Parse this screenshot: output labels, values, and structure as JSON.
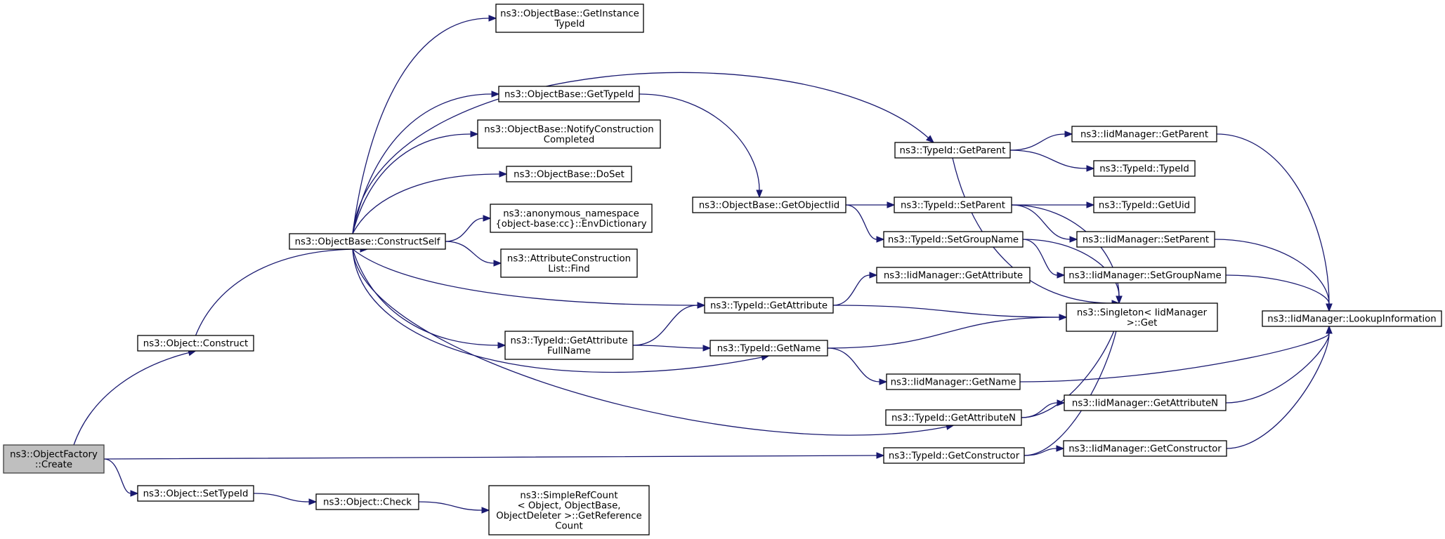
{
  "graph": {
    "nodes": [
      {
        "id": "create",
        "lines": [
          "ns3::ObjectFactory",
          "::Create"
        ],
        "root": true
      },
      {
        "id": "construct",
        "lines": [
          "ns3::Object::Construct"
        ]
      },
      {
        "id": "settypeid",
        "lines": [
          "ns3::Object::SetTypeId"
        ]
      },
      {
        "id": "constructself",
        "lines": [
          "ns3::ObjectBase::ConstructSelf"
        ]
      },
      {
        "id": "check",
        "lines": [
          "ns3::Object::Check"
        ]
      },
      {
        "id": "getinstancetypeid",
        "lines": [
          "ns3::ObjectBase::GetInstance",
          "TypeId"
        ]
      },
      {
        "id": "ob_gettypeid",
        "lines": [
          "ns3::ObjectBase::GetTypeId"
        ]
      },
      {
        "id": "notify",
        "lines": [
          "ns3::ObjectBase::NotifyConstruction",
          "Completed"
        ]
      },
      {
        "id": "doset",
        "lines": [
          "ns3::ObjectBase::DoSet"
        ]
      },
      {
        "id": "envdict",
        "lines": [
          "ns3::anonymous_namespace",
          "{object-base:cc}::EnvDictionary"
        ]
      },
      {
        "id": "attrfind",
        "lines": [
          "ns3::AttributeConstruction",
          "List::Find"
        ]
      },
      {
        "id": "getattrfullname",
        "lines": [
          "ns3::TypeId::GetAttribute",
          "FullName"
        ]
      },
      {
        "id": "simplerefcount",
        "lines": [
          "ns3::SimpleRefCount",
          "< Object, ObjectBase,",
          "ObjectDeleter >::GetReference",
          "Count"
        ]
      },
      {
        "id": "getobjectiid",
        "lines": [
          "ns3::ObjectBase::GetObjectIid"
        ]
      },
      {
        "id": "tid_getattribute",
        "lines": [
          "ns3::TypeId::GetAttribute"
        ]
      },
      {
        "id": "tid_getname",
        "lines": [
          "ns3::TypeId::GetName"
        ]
      },
      {
        "id": "tid_getparent",
        "lines": [
          "ns3::TypeId::GetParent"
        ]
      },
      {
        "id": "tid_setparent",
        "lines": [
          "ns3::TypeId::SetParent"
        ]
      },
      {
        "id": "tid_setgroupname",
        "lines": [
          "ns3::TypeId::SetGroupName"
        ]
      },
      {
        "id": "iid_getattribute",
        "lines": [
          "ns3::IidManager::GetAttribute"
        ]
      },
      {
        "id": "iid_getname",
        "lines": [
          "ns3::IidManager::GetName"
        ]
      },
      {
        "id": "tid_getattributen",
        "lines": [
          "ns3::TypeId::GetAttributeN"
        ]
      },
      {
        "id": "tid_getconstructor",
        "lines": [
          "ns3::TypeId::GetConstructor"
        ]
      },
      {
        "id": "iid_getparent",
        "lines": [
          "ns3::IidManager::GetParent"
        ]
      },
      {
        "id": "tid_typeid",
        "lines": [
          "ns3::TypeId::TypeId"
        ]
      },
      {
        "id": "tid_getuid",
        "lines": [
          "ns3::TypeId::GetUid"
        ]
      },
      {
        "id": "iid_setparent",
        "lines": [
          "ns3::IidManager::SetParent"
        ]
      },
      {
        "id": "iid_setgroupname",
        "lines": [
          "ns3::IidManager::SetGroupName"
        ]
      },
      {
        "id": "singleton_get",
        "lines": [
          "ns3::Singleton< IidManager",
          ">::Get"
        ]
      },
      {
        "id": "iid_getattributen",
        "lines": [
          "ns3::IidManager::GetAttributeN"
        ]
      },
      {
        "id": "iid_getconstructor",
        "lines": [
          "ns3::IidManager::GetConstructor"
        ]
      },
      {
        "id": "iid_lookup",
        "lines": [
          "ns3::IidManager::LookupInformation"
        ]
      }
    ],
    "edges": [
      [
        "create",
        "construct"
      ],
      [
        "create",
        "settypeid"
      ],
      [
        "create",
        "tid_getconstructor"
      ],
      [
        "construct",
        "constructself"
      ],
      [
        "settypeid",
        "check"
      ],
      [
        "check",
        "simplerefcount"
      ],
      [
        "constructself",
        "getinstancetypeid"
      ],
      [
        "constructself",
        "ob_gettypeid"
      ],
      [
        "constructself",
        "tid_getparent"
      ],
      [
        "constructself",
        "notify"
      ],
      [
        "constructself",
        "doset"
      ],
      [
        "constructself",
        "envdict"
      ],
      [
        "constructself",
        "attrfind"
      ],
      [
        "constructself",
        "tid_getattribute"
      ],
      [
        "constructself",
        "getattrfullname"
      ],
      [
        "constructself",
        "tid_getname"
      ],
      [
        "constructself",
        "tid_getattributen"
      ],
      [
        "ob_gettypeid",
        "getobjectiid"
      ],
      [
        "getobjectiid",
        "tid_setparent"
      ],
      [
        "getobjectiid",
        "tid_setgroupname"
      ],
      [
        "getattrfullname",
        "tid_getattribute"
      ],
      [
        "getattrfullname",
        "tid_getname"
      ],
      [
        "tid_getattribute",
        "iid_getattribute"
      ],
      [
        "tid_getattribute",
        "singleton_get"
      ],
      [
        "tid_getname",
        "singleton_get"
      ],
      [
        "tid_getname",
        "iid_getname"
      ],
      [
        "tid_getparent",
        "iid_getparent"
      ],
      [
        "tid_getparent",
        "tid_typeid"
      ],
      [
        "tid_getparent",
        "singleton_get"
      ],
      [
        "tid_setparent",
        "tid_getuid"
      ],
      [
        "tid_setparent",
        "iid_setparent"
      ],
      [
        "tid_setparent",
        "singleton_get"
      ],
      [
        "tid_setgroupname",
        "iid_setgroupname"
      ],
      [
        "tid_setgroupname",
        "singleton_get"
      ],
      [
        "iid_getname",
        "iid_lookup"
      ],
      [
        "tid_getattributen",
        "singleton_get"
      ],
      [
        "tid_getattributen",
        "iid_getattributen"
      ],
      [
        "tid_getconstructor",
        "singleton_get"
      ],
      [
        "tid_getconstructor",
        "iid_getconstructor"
      ],
      [
        "iid_getparent",
        "iid_lookup"
      ],
      [
        "iid_setparent",
        "iid_lookup"
      ],
      [
        "iid_setgroupname",
        "iid_lookup"
      ],
      [
        "iid_getattributen",
        "iid_lookup"
      ],
      [
        "iid_getconstructor",
        "iid_lookup"
      ]
    ]
  }
}
